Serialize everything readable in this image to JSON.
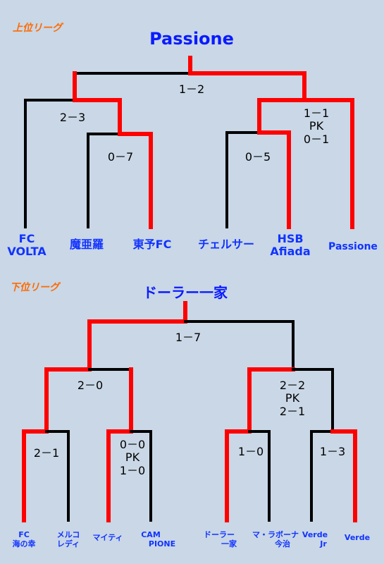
{
  "upper": {
    "title": "上位リーグ",
    "champion": "Passione",
    "scores": {
      "final": "1－2",
      "semi_left": "2－3",
      "semi_right": [
        "1－1",
        "PK",
        "0－1"
      ],
      "qf_left": "0－7",
      "qf_right": "0－5"
    },
    "teams": [
      [
        "FC",
        "VOLTA"
      ],
      [
        "魔亜羅"
      ],
      [
        "東予FC"
      ],
      [
        "チェルサー"
      ],
      [
        "HSB",
        "Afiada"
      ],
      [
        "Passione"
      ]
    ]
  },
  "lower": {
    "title": "下位リーグ",
    "champion": "ドーラー一家",
    "scores": {
      "final": "1－7",
      "semi_left": "2－0",
      "semi_right": [
        "2－2",
        "PK",
        "2－1"
      ],
      "r1_a": "2－1",
      "r1_b": [
        "0－0",
        "PK",
        "1－0"
      ],
      "r1_c": "1－0",
      "r1_d": "1－3"
    },
    "teams": [
      [
        "FC",
        "海の幸"
      ],
      [
        "メルコ",
        "レディ"
      ],
      [
        "マイティ"
      ],
      [
        "CAM",
        "PIONE"
      ],
      [
        "ドーラー",
        "一家"
      ],
      [
        "マ・ラボーナ",
        "今治"
      ],
      [
        "Verde",
        "Jr"
      ],
      [
        "Verde"
      ]
    ]
  },
  "colors": {
    "winner_line": "#ff0000",
    "loser_line": "#000000",
    "team_text": "#1133ff",
    "league_text": "#ff6a00"
  }
}
